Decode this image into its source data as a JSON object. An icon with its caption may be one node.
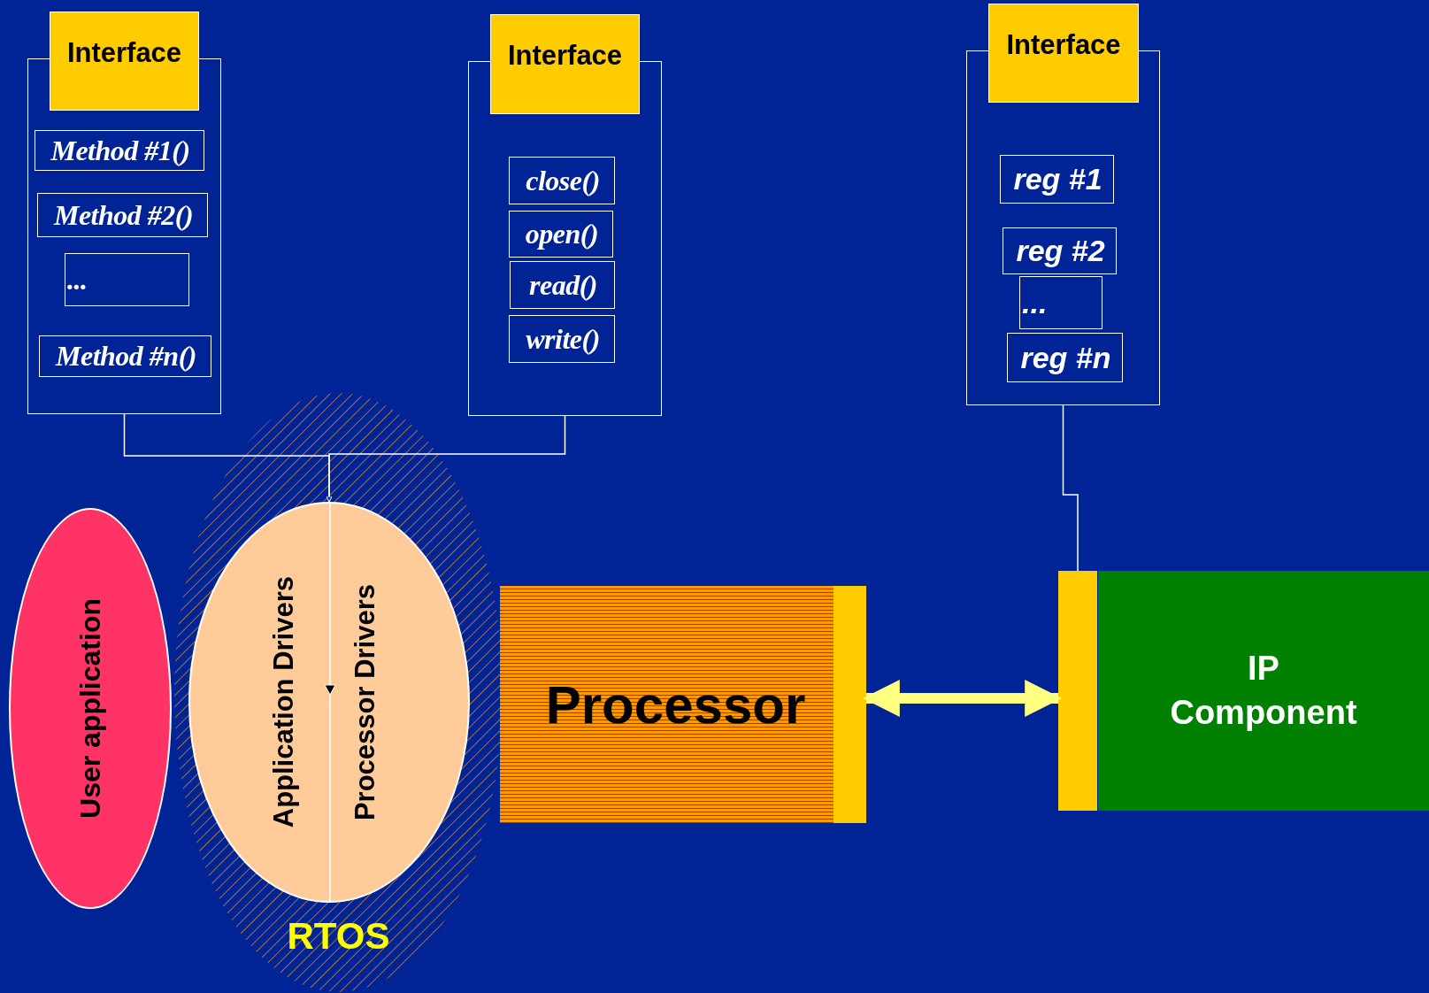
{
  "diagram": {
    "nodes": [
      {
        "text": [],
        "shape": "box"
      },
      {
        "text": [
          "Interface"
        ]
      },
      {
        "text": [
          "Method #1()"
        ],
        "in": 0
      },
      {
        "text": [
          "Method #2()"
        ],
        "in": 0
      },
      {
        "text": [
          "..."
        ],
        "in": 0
      },
      {
        "text": [
          "Method #n()"
        ],
        "in": 0
      },
      {
        "text": [],
        "shape": "box"
      },
      {
        "text": [
          "Interface"
        ]
      },
      {
        "text": [
          "close()"
        ],
        "in": 6
      },
      {
        "text": [
          "open()"
        ],
        "in": 6
      },
      {
        "text": [
          "read()"
        ],
        "in": 6
      },
      {
        "text": [
          "write()"
        ],
        "in": 6
      },
      {
        "text": [],
        "shape": "box"
      },
      {
        "text": [
          "Interface"
        ]
      },
      {
        "text": [
          "reg #1"
        ],
        "in": 12
      },
      {
        "text": [
          "reg #2"
        ],
        "in": 12
      },
      {
        "text": [
          "..."
        ],
        "in": 12
      },
      {
        "text": [
          "reg #n"
        ],
        "in": 12
      },
      {
        "text": [
          "User application"
        ]
      },
      {
        "text": [
          "RTOS"
        ]
      },
      {
        "text": [
          "Application Drivers",
          "Processor Drivers"
        ],
        "in": 19
      },
      {
        "text": [
          "Processor"
        ]
      },
      {
        "text": [],
        "shape": "bar"
      },
      {
        "text": [],
        "shape": "bar"
      },
      {
        "text": [
          "IP Component"
        ]
      }
    ],
    "edges": [
      {
        "from": 0,
        "to": 20,
        "arrow": "to"
      },
      {
        "from": 6,
        "to": 20,
        "arrow": "to"
      },
      {
        "from": 12,
        "to": 23,
        "arrow": "none"
      },
      {
        "from": 22,
        "to": 23,
        "arrow": "both",
        "style": "thick",
        "color": "#ffff80"
      }
    ]
  }
}
